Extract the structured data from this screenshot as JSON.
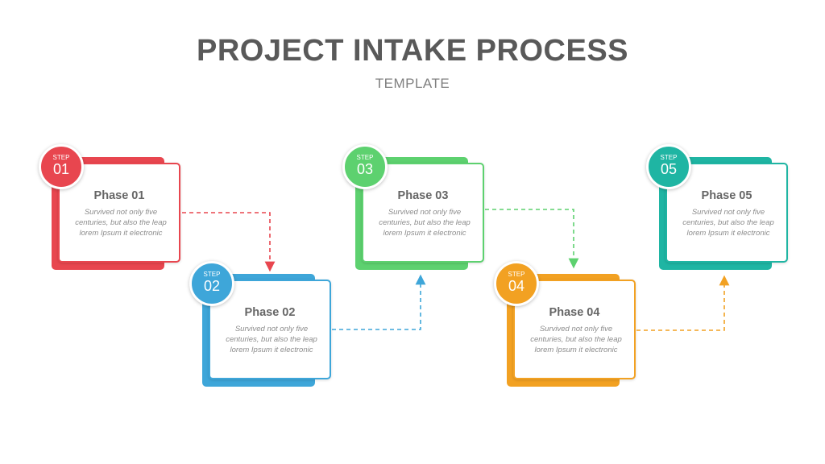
{
  "header": {
    "title": "PROJECT INTAKE PROCESS",
    "subtitle": "TEMPLATE"
  },
  "steps": [
    {
      "step_label": "STEP",
      "number": "01",
      "title": "Phase 01",
      "description": "Survived not only five centuries, but also the leap lorem Ipsum it electronic",
      "color": "#e8464f"
    },
    {
      "step_label": "STEP",
      "number": "02",
      "title": "Phase 02",
      "description": "Survived not only five centuries, but also the leap lorem Ipsum it electronic",
      "color": "#3ea6d9"
    },
    {
      "step_label": "STEP",
      "number": "03",
      "title": "Phase 03",
      "description": "Survived not only five centuries, but also the leap lorem Ipsum it electronic",
      "color": "#5dd16f"
    },
    {
      "step_label": "STEP",
      "number": "04",
      "title": "Phase 04",
      "description": "Survived not only five centuries, but also the leap lorem Ipsum it electronic",
      "color": "#f2a122"
    },
    {
      "step_label": "STEP",
      "number": "05",
      "title": "Phase 05",
      "description": "Survived not only five centuries, but also the leap lorem Ipsum it electronic",
      "color": "#1fb5a3"
    }
  ]
}
